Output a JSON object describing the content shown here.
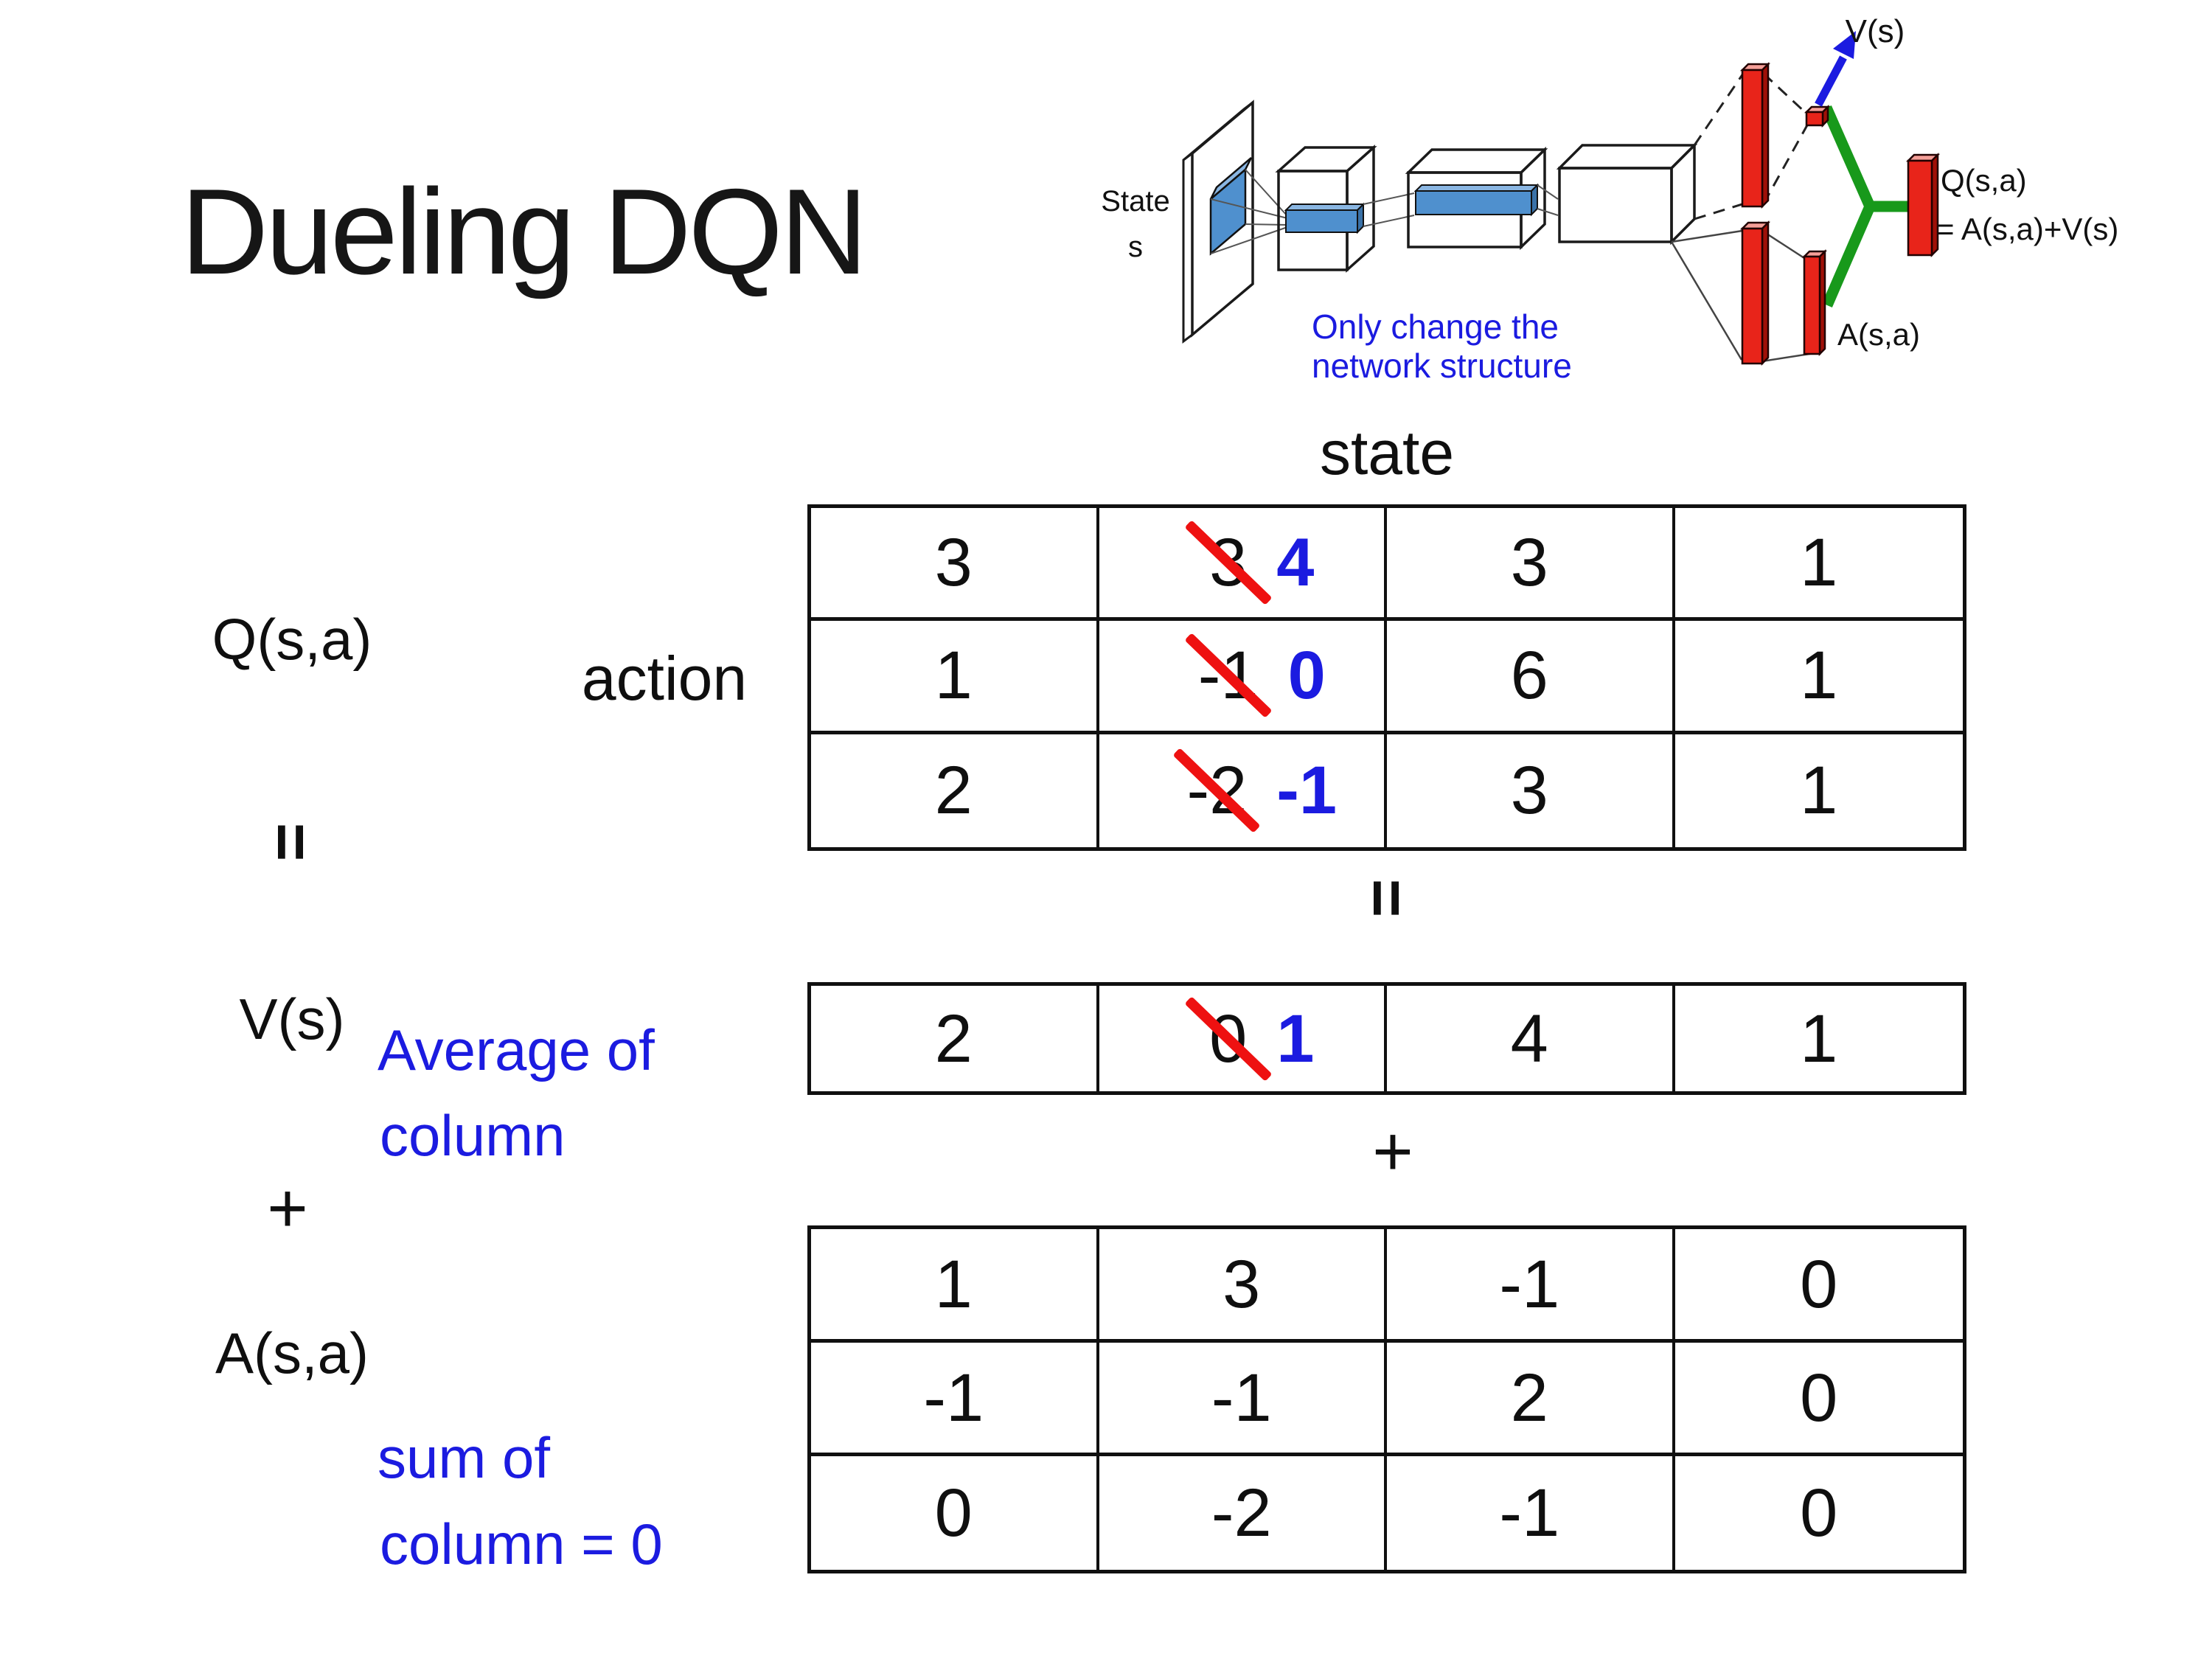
{
  "slide": {
    "title": "Dueling DQN",
    "background_color": "#ffffff"
  },
  "diagram": {
    "labels": {
      "state_line1": "State",
      "state_line2": "s",
      "v_out": "V(s)",
      "q_out": "Q(s,a)",
      "q_out_eq": "= A(s,a)+V(s)",
      "a_out": "A(s,a)",
      "note_line1": "Only change the",
      "note_line2": "network structure"
    },
    "colors": {
      "bar_red": "#e8241a",
      "bar_red_dark": "#a01008",
      "bar_red_light": "#f59f98",
      "connector_green": "#18991b",
      "arrow_blue": "#1b1be0",
      "filter_blue": "#4f90ce",
      "filter_blue_light": "#8ab6e2",
      "note_blue": "#1b1be0"
    }
  },
  "matrix_area": {
    "state_header": "state",
    "action_label": "action",
    "q_label": "Q(s,a)",
    "v_label": "V(s)",
    "a_label": "A(s,a)",
    "equals_left": "=",
    "equals_center": "=",
    "plus_left": "+",
    "plus_center": "+",
    "avg_note_line1": "Average of",
    "avg_note_line2": "column",
    "sum_note_line1": "sum of",
    "sum_note_line2": "column = 0",
    "strike_color": "#ee1111",
    "replacement_color": "#1b1be0"
  },
  "q_table": {
    "rows": [
      [
        "3",
        {
          "old": "3",
          "new": "4"
        },
        "3",
        "1"
      ],
      [
        "1",
        {
          "old": "-1",
          "new": "0"
        },
        "6",
        "1"
      ],
      [
        "2",
        {
          "old": "-2",
          "new": "-1"
        },
        "3",
        "1"
      ]
    ]
  },
  "v_table": {
    "rows": [
      [
        "2",
        {
          "old": "0",
          "new": "1"
        },
        "4",
        "1"
      ]
    ]
  },
  "a_table": {
    "rows": [
      [
        "1",
        "3",
        "-1",
        "0"
      ],
      [
        "-1",
        "-1",
        "2",
        "0"
      ],
      [
        "0",
        "-2",
        "-1",
        "0"
      ]
    ]
  }
}
